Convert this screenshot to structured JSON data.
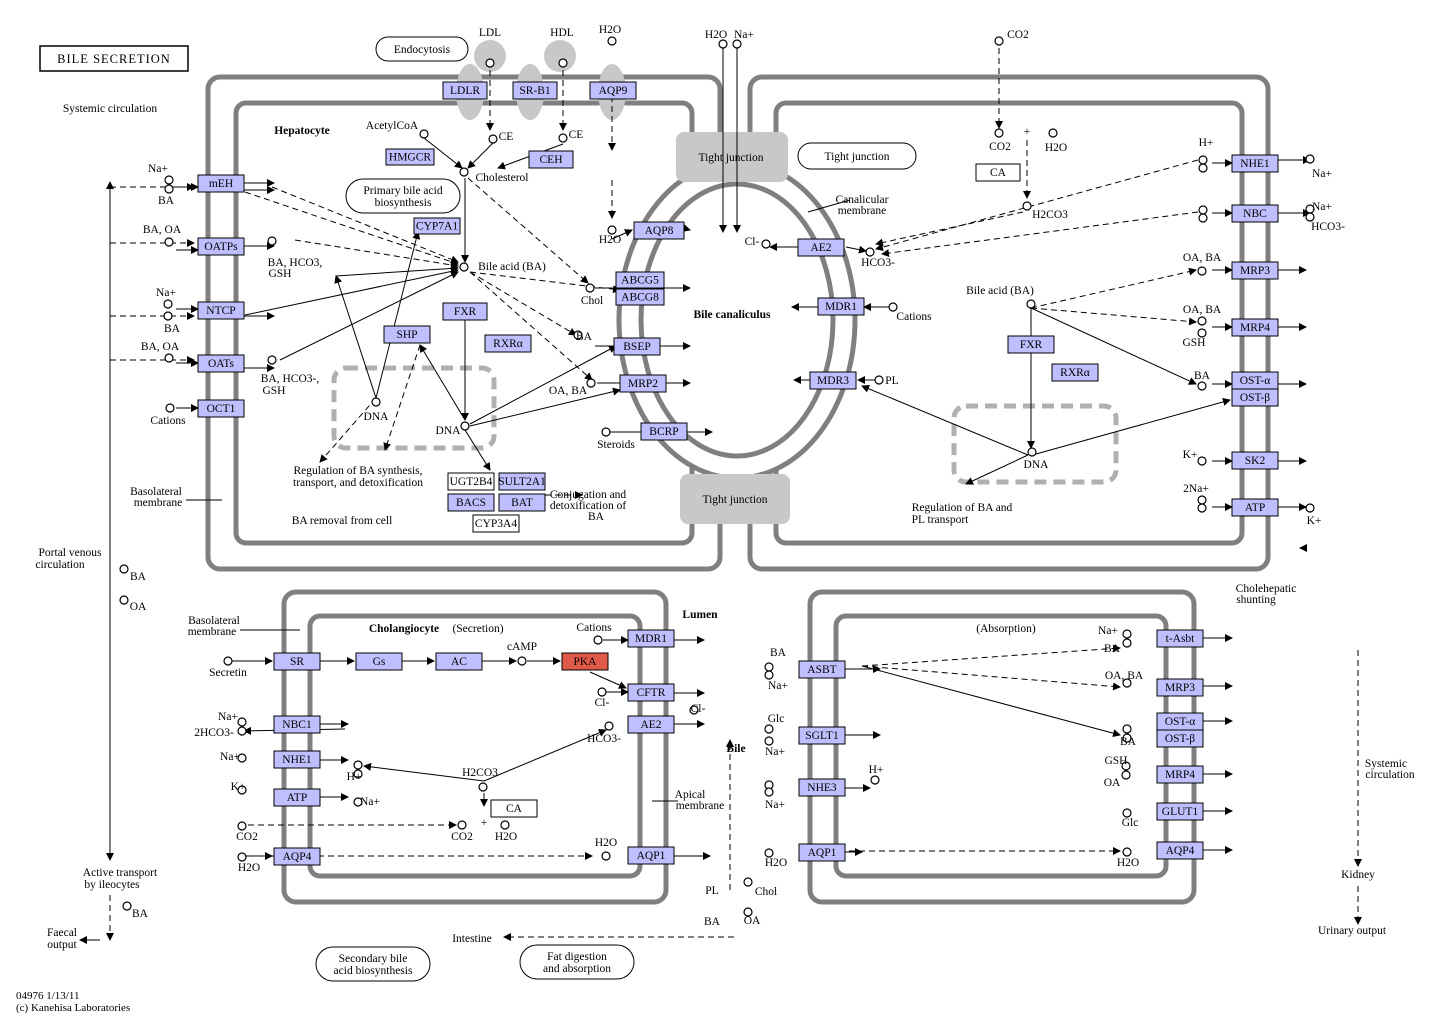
{
  "title": "BILE SECRETION",
  "footer": {
    "id": "04976 1/13/11",
    "copyright": "(c) Kanehisa Laboratories"
  },
  "genes": [
    {
      "id": "ldlr",
      "label": "LDLR"
    },
    {
      "id": "srb1",
      "label": "SR-B1"
    },
    {
      "id": "aqp9",
      "label": "AQP9"
    },
    {
      "id": "hmgcr",
      "label": "HMGCR"
    },
    {
      "id": "ceh",
      "label": "CEH"
    },
    {
      "id": "cyp7a1",
      "label": "CYP7A1"
    },
    {
      "id": "meh",
      "label": "mEH"
    },
    {
      "id": "oatps",
      "label": "OATPs"
    },
    {
      "id": "ntcp",
      "label": "NTCP"
    },
    {
      "id": "oats",
      "label": "OATs"
    },
    {
      "id": "oct1",
      "label": "OCT1"
    },
    {
      "id": "fxr1",
      "label": "FXR"
    },
    {
      "id": "shp",
      "label": "SHP"
    },
    {
      "id": "rxra1",
      "label": "RXRα"
    },
    {
      "id": "aqp8",
      "label": "AQP8"
    },
    {
      "id": "abcg5",
      "label": "ABCG5"
    },
    {
      "id": "abcg8",
      "label": "ABCG8"
    },
    {
      "id": "bsep",
      "label": "BSEP"
    },
    {
      "id": "mrp2",
      "label": "MRP2"
    },
    {
      "id": "bcrp",
      "label": "BCRP"
    },
    {
      "id": "ugt2b4",
      "label": "UGT2B4"
    },
    {
      "id": "sult2a1",
      "label": "SULT2A1"
    },
    {
      "id": "bacs",
      "label": "BACS"
    },
    {
      "id": "bat",
      "label": "BAT"
    },
    {
      "id": "cyp3a4",
      "label": "CYP3A4"
    },
    {
      "id": "ae2a",
      "label": "AE2"
    },
    {
      "id": "mdr1a",
      "label": "MDR1"
    },
    {
      "id": "mdr3",
      "label": "MDR3"
    },
    {
      "id": "ca1",
      "label": "CA"
    },
    {
      "id": "fxr2",
      "label": "FXR"
    },
    {
      "id": "rxra2",
      "label": "RXRα"
    },
    {
      "id": "nhe1a",
      "label": "NHE1"
    },
    {
      "id": "nbca",
      "label": "NBC"
    },
    {
      "id": "mrp3a",
      "label": "MRP3"
    },
    {
      "id": "mrp4a",
      "label": "MRP4"
    },
    {
      "id": "osta1",
      "label": "OST-α"
    },
    {
      "id": "ostb1",
      "label": "OST-β"
    },
    {
      "id": "sk2",
      "label": "SK2"
    },
    {
      "id": "atp1",
      "label": "ATP"
    },
    {
      "id": "sr",
      "label": "SR"
    },
    {
      "id": "gs",
      "label": "Gs"
    },
    {
      "id": "ac",
      "label": "AC"
    },
    {
      "id": "pka",
      "label": "PKA"
    },
    {
      "id": "mdr1b",
      "label": "MDR1"
    },
    {
      "id": "cftr",
      "label": "CFTR"
    },
    {
      "id": "ae2b",
      "label": "AE2"
    },
    {
      "id": "nbc1",
      "label": "NBC1"
    },
    {
      "id": "nhe1b",
      "label": "NHE1"
    },
    {
      "id": "atp2",
      "label": "ATP"
    },
    {
      "id": "aqp4a",
      "label": "AQP4"
    },
    {
      "id": "ca2",
      "label": "CA"
    },
    {
      "id": "aqp1a",
      "label": "AQP1"
    },
    {
      "id": "asbt",
      "label": "ASBT"
    },
    {
      "id": "sglt1",
      "label": "SGLT1"
    },
    {
      "id": "nhe3",
      "label": "NHE3"
    },
    {
      "id": "aqp1b",
      "label": "AQP1"
    },
    {
      "id": "tasbt",
      "label": "t-Asbt"
    },
    {
      "id": "mrp3b",
      "label": "MRP3"
    },
    {
      "id": "osta2",
      "label": "OST-α"
    },
    {
      "id": "ostb2",
      "label": "OST-β"
    },
    {
      "id": "mrp4b",
      "label": "MRP4"
    },
    {
      "id": "glut1",
      "label": "GLUT1"
    },
    {
      "id": "aqp4b",
      "label": "AQP4"
    }
  ],
  "labels": [
    {
      "id": "l_ldl",
      "text": "LDL"
    },
    {
      "id": "l_hdl",
      "text": "HDL"
    },
    {
      "id": "l_h2o1",
      "text": "H2O"
    },
    {
      "id": "l_h2o2",
      "text": "H2O"
    },
    {
      "id": "l_na1",
      "text": "Na+"
    },
    {
      "id": "l_co2a",
      "text": "CO2"
    },
    {
      "id": "l_syscirc1",
      "text": "Systemic circulation"
    },
    {
      "id": "l_hepatocyte",
      "text": "Hepatocyte"
    },
    {
      "id": "l_acetylcoa",
      "text": "AcetylCoA"
    },
    {
      "id": "l_ce1",
      "text": "CE"
    },
    {
      "id": "l_ce2",
      "text": "CE"
    },
    {
      "id": "l_cholesterol",
      "text": "Cholesterol"
    },
    {
      "id": "l_na_ba",
      "text": "Na+"
    },
    {
      "id": "l_ba1",
      "text": "BA"
    },
    {
      "id": "l_baoa1",
      "text": "BA, OA"
    },
    {
      "id": "l_na2",
      "text": "Na+"
    },
    {
      "id": "l_ba2",
      "text": "BA"
    },
    {
      "id": "l_baoa2",
      "text": "BA, OA"
    },
    {
      "id": "l_cations1",
      "text": "Cations"
    },
    {
      "id": "l_bahco3a",
      "text": "BA, HCO3,"
    },
    {
      "id": "l_gsh1",
      "text": "GSH"
    },
    {
      "id": "l_bahco3b",
      "text": "BA, HCO3-,"
    },
    {
      "id": "l_gsh2",
      "text": "GSH"
    },
    {
      "id": "l_bileacid1",
      "text": "Bile acid (BA)"
    },
    {
      "id": "l_chol",
      "text": "Chol"
    },
    {
      "id": "l_ba3",
      "text": "BA"
    },
    {
      "id": "l_oaba1",
      "text": "OA, BA"
    },
    {
      "id": "l_steroids",
      "text": "Steroids"
    },
    {
      "id": "l_dna1",
      "text": "DNA"
    },
    {
      "id": "l_dna2",
      "text": "DNA"
    },
    {
      "id": "l_reg1",
      "text": "Regulation of BA synthesis,"
    },
    {
      "id": "l_reg1b",
      "text": "transport, and detoxification"
    },
    {
      "id": "l_baremoval",
      "text": "BA removal from cell"
    },
    {
      "id": "l_conj1",
      "text": "Conjugation and"
    },
    {
      "id": "l_conj2",
      "text": "detoxification of"
    },
    {
      "id": "l_conj3",
      "text": "BA"
    },
    {
      "id": "l_basolat1",
      "text": "Basolateral"
    },
    {
      "id": "l_basolat1b",
      "text": "membrane"
    },
    {
      "id": "l_portal1",
      "text": "Portal venous"
    },
    {
      "id": "l_portal2",
      "text": "circulation"
    },
    {
      "id": "l_ba4",
      "text": "BA"
    },
    {
      "id": "l_oa1",
      "text": "OA"
    },
    {
      "id": "l_h2o3",
      "text": "H2O"
    },
    {
      "id": "l_tj1",
      "text": "Tight junction"
    },
    {
      "id": "l_tj2",
      "text": "Tight junction"
    },
    {
      "id": "l_tj3",
      "text": "Tight junction"
    },
    {
      "id": "l_canal1",
      "text": "Canalicular"
    },
    {
      "id": "l_canal2",
      "text": "membrane"
    },
    {
      "id": "l_bilecanal",
      "text": "Bile canaliculus"
    },
    {
      "id": "l_cl1",
      "text": "Cl-"
    },
    {
      "id": "l_hco3a",
      "text": "HCO3-"
    },
    {
      "id": "l_cations2",
      "text": "Cations"
    },
    {
      "id": "l_pl1",
      "text": "PL"
    },
    {
      "id": "l_co2b",
      "text": "CO2"
    },
    {
      "id": "l_plus1",
      "text": "+"
    },
    {
      "id": "l_h2o4",
      "text": "H2O"
    },
    {
      "id": "l_h2co3a",
      "text": "H2CO3"
    },
    {
      "id": "l_hplus1",
      "text": "H+"
    },
    {
      "id": "l_naplus3",
      "text": "Na+"
    },
    {
      "id": "l_naplus4",
      "text": "Na+"
    },
    {
      "id": "l_hco3b",
      "text": "HCO3-"
    },
    {
      "id": "l_oaba2",
      "text": "OA, BA"
    },
    {
      "id": "l_bileacid2",
      "text": "Bile acid (BA)"
    },
    {
      "id": "l_oaba3",
      "text": "OA, BA"
    },
    {
      "id": "l_gsh3",
      "text": "GSH"
    },
    {
      "id": "l_ba5",
      "text": "BA"
    },
    {
      "id": "l_dna3",
      "text": "DNA"
    },
    {
      "id": "l_reg2",
      "text": "Regulation of BA and"
    },
    {
      "id": "l_reg2b",
      "text": "PL transport"
    },
    {
      "id": "l_kplus1",
      "text": "K+"
    },
    {
      "id": "l_2na",
      "text": "2Na+"
    },
    {
      "id": "l_kplus2",
      "text": "K+"
    },
    {
      "id": "l_lumen",
      "text": "Lumen"
    },
    {
      "id": "l_cholangiocyte",
      "text": "Cholangiocyte"
    },
    {
      "id": "l_secretion",
      "text": "(Secretion)"
    },
    {
      "id": "l_cations3",
      "text": "Cations"
    },
    {
      "id": "l_camp",
      "text": "cAMP"
    },
    {
      "id": "l_basolat2",
      "text": "Basolateral"
    },
    {
      "id": "l_basolat2b",
      "text": "membrane"
    },
    {
      "id": "l_secretin",
      "text": "Secretin"
    },
    {
      "id": "l_na5",
      "text": "Na+"
    },
    {
      "id": "l_2hco3",
      "text": "2HCO3-"
    },
    {
      "id": "l_na6",
      "text": "Na+"
    },
    {
      "id": "l_k3",
      "text": "K+"
    },
    {
      "id": "l_co2c",
      "text": "CO2"
    },
    {
      "id": "l_h2o5",
      "text": "H2O"
    },
    {
      "id": "l_cl2",
      "text": "Cl-"
    },
    {
      "id": "l_cl3",
      "text": "Cl-"
    },
    {
      "id": "l_hco3c",
      "text": "HCO3-"
    },
    {
      "id": "l_h2co3b",
      "text": "H2CO3"
    },
    {
      "id": "l_hplus2",
      "text": "H+"
    },
    {
      "id": "l_naplus7",
      "text": "Na+"
    },
    {
      "id": "l_co2d",
      "text": "CO2"
    },
    {
      "id": "l_plus2",
      "text": "+"
    },
    {
      "id": "l_h2o6",
      "text": "H2O"
    },
    {
      "id": "l_h2o7",
      "text": "H2O"
    },
    {
      "id": "l_apical1",
      "text": "Apical"
    },
    {
      "id": "l_apical2",
      "text": "membrane"
    },
    {
      "id": "l_bile",
      "text": "Bile"
    },
    {
      "id": "l_pl2",
      "text": "PL"
    },
    {
      "id": "l_chol2",
      "text": "Chol"
    },
    {
      "id": "l_ba6",
      "text": "BA"
    },
    {
      "id": "l_oa2",
      "text": "OA"
    },
    {
      "id": "l_absorption",
      "text": "(Absorption)"
    },
    {
      "id": "l_ba7",
      "text": "BA"
    },
    {
      "id": "l_na8",
      "text": "Na+"
    },
    {
      "id": "l_glc1",
      "text": "Glc"
    },
    {
      "id": "l_na9",
      "text": "Na+"
    },
    {
      "id": "l_na10",
      "text": "Na+"
    },
    {
      "id": "l_hplus3",
      "text": "H+"
    },
    {
      "id": "l_h2o8",
      "text": "H2O"
    },
    {
      "id": "l_na11",
      "text": "Na+"
    },
    {
      "id": "l_ba8",
      "text": "BA"
    },
    {
      "id": "l_oaba4",
      "text": "OA, BA"
    },
    {
      "id": "l_ba9",
      "text": "BA"
    },
    {
      "id": "l_gsh4",
      "text": "GSH"
    },
    {
      "id": "l_oa3",
      "text": "OA"
    },
    {
      "id": "l_glc2",
      "text": "Glc"
    },
    {
      "id": "l_h2o9",
      "text": "H2O"
    },
    {
      "id": "l_cholehep1",
      "text": "Cholehepatic"
    },
    {
      "id": "l_cholehep2",
      "text": "shunting"
    },
    {
      "id": "l_syscirc2a",
      "text": "Systemic"
    },
    {
      "id": "l_syscirc2b",
      "text": "circulation"
    },
    {
      "id": "l_kidney",
      "text": "Kidney"
    },
    {
      "id": "l_urinary",
      "text": "Urinary output"
    },
    {
      "id": "l_active1",
      "text": "Active transport"
    },
    {
      "id": "l_active2",
      "text": "by ileocytes"
    },
    {
      "id": "l_ba10",
      "text": "BA"
    },
    {
      "id": "l_faecal1",
      "text": "Faecal"
    },
    {
      "id": "l_faecal2",
      "text": "output"
    },
    {
      "id": "l_intestine",
      "text": "Intestine"
    }
  ],
  "pathway_links": [
    {
      "id": "p_endocytosis",
      "text": "Endocytosis"
    },
    {
      "id": "p_primary",
      "text": "Primary bile acid biosynthesis"
    },
    {
      "id": "p_tightjunction",
      "text": "Tight junction"
    },
    {
      "id": "p_secondary",
      "text": "Secondary bile acid biosynthesis"
    },
    {
      "id": "p_fat",
      "text": "Fat digestion and absorption"
    }
  ],
  "colors": {
    "gene_fill": "#bfbfff",
    "highlight_fill": "#e05a4a",
    "membrane": "#7f7f7f",
    "receptor_blob": "#c8c8c8",
    "tight_junction": "#c8c8c8"
  }
}
